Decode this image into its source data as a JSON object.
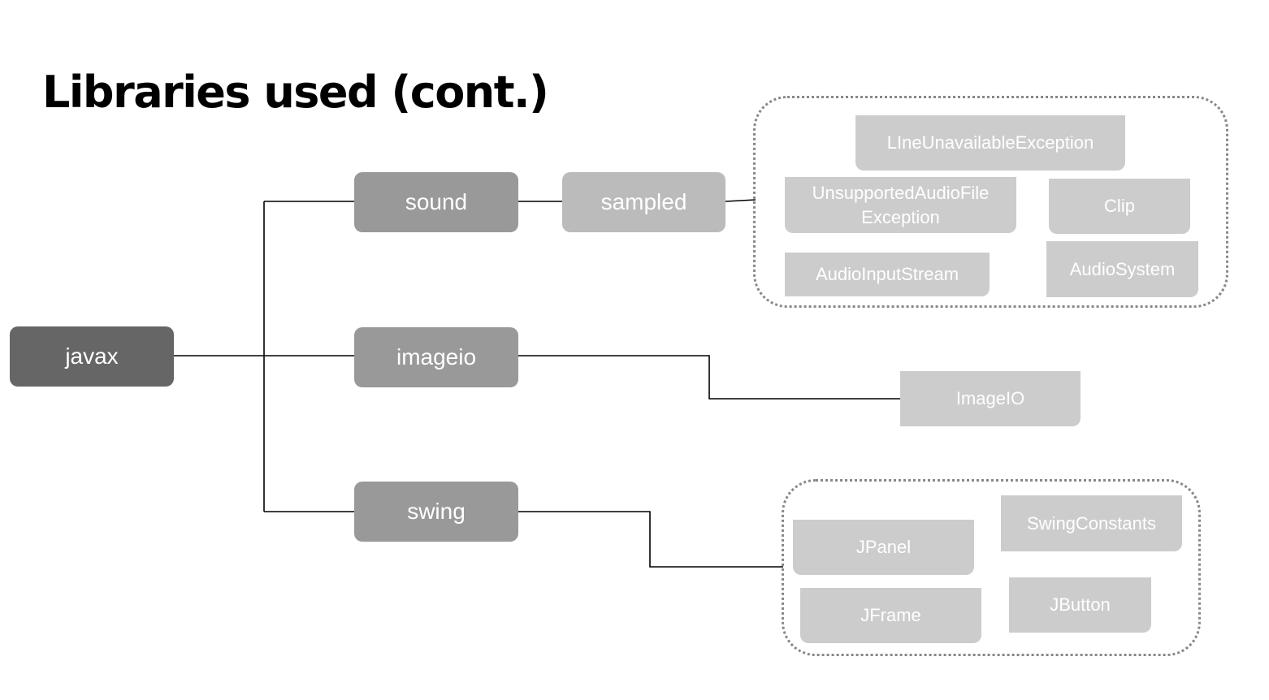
{
  "title": "Libraries used (cont.)",
  "nodes": {
    "javax": "javax",
    "sound": "sound",
    "imageio": "imageio",
    "swing": "swing",
    "sampled": "sampled"
  },
  "sampled_classes": {
    "line_unavailable": "LIneUnavailableException",
    "unsupported_line1": "UnsupportedAudioFile",
    "unsupported_line2": "Exception",
    "clip": "Clip",
    "audio_input_stream": "AudioInputStream",
    "audio_system": "AudioSystem"
  },
  "imageio_classes": {
    "imageio": "ImageIO"
  },
  "swing_classes": {
    "jpanel": "JPanel",
    "swing_constants": "SwingConstants",
    "jframe": "JFrame",
    "jbutton": "JButton"
  },
  "colors": {
    "root": "#666666",
    "package": "#999999",
    "subpackage": "#bbbbbb",
    "class": "#cccccc",
    "connector": "#000000",
    "group_border": "#888888"
  }
}
